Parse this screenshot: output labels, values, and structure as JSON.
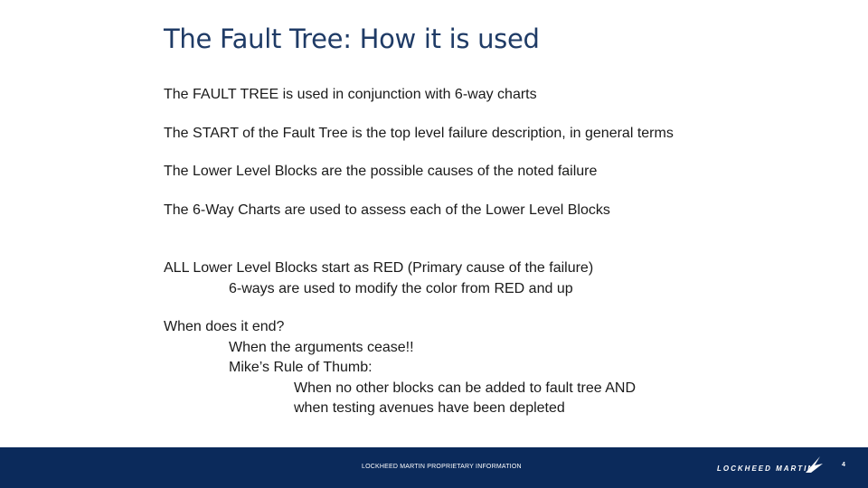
{
  "slide": {
    "title": "The Fault Tree: How it is used",
    "paragraphs": [
      "The FAULT TREE is used in conjunction with 6-way charts",
      "The START of the Fault Tree is the top level failure description, in general terms",
      "The Lower Level Blocks are the possible causes of the noted failure",
      "The 6-Way Charts are used to assess each of the Lower Level Blocks"
    ],
    "blocks_intro": "ALL Lower Level Blocks start as RED (Primary cause of the failure)",
    "blocks_detail": "6-ways are used to modify the color from RED and up",
    "end_question": "When does it end?",
    "end_answer": "When the arguments cease!!",
    "rule_title": "Mike’s Rule of Thumb:",
    "rule_line1": "When no other blocks can be added to fault tree AND",
    "rule_line2": "when testing avenues have been depleted"
  },
  "footer": {
    "proprietary": "LOCKHEED MARTIN PROPRIETARY INFORMATION",
    "logo_text": "LOCKHEED MARTIN",
    "page_number": "4"
  },
  "colors": {
    "title": "#1f3b66",
    "footer_bar": "#0b2a5b"
  }
}
